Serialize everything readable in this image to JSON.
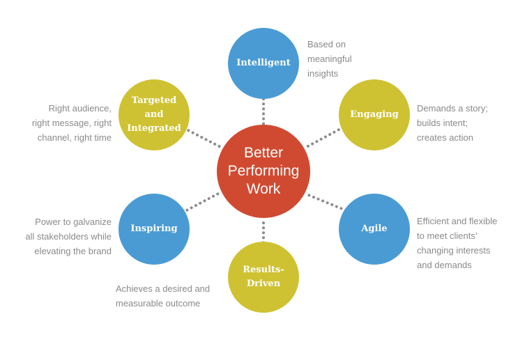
{
  "center": {
    "label": "Better\nPerforming\nWork",
    "color": "#d04a31"
  },
  "nodes": [
    {
      "id": "intelligent",
      "label": "Intelligent",
      "color": "#4a9bd4",
      "description": "Based on\nmeaningful\ninsights"
    },
    {
      "id": "engaging",
      "label": "Engaging",
      "color": "#cfc232",
      "description": "Demands a story;\nbuilds intent;\ncreates action"
    },
    {
      "id": "agile",
      "label": "Agile",
      "color": "#4a9bd4",
      "description": "Efficient and flexible\nto meet clients’\nchanging interests\nand demands"
    },
    {
      "id": "results-driven",
      "label": "Results-\nDriven",
      "color": "#cfc232",
      "description": "Achieves a desired and\nmeasurable outcome"
    },
    {
      "id": "inspiring",
      "label": "Inspiring",
      "color": "#4a9bd4",
      "description": "Power to galvanize\nall stakeholders while\nelevating the brand"
    },
    {
      "id": "targeted-integrated",
      "label": "Targeted\nand\nIntegrated",
      "color": "#cfc232",
      "description": "Right audience,\nright message, right\nchannel, right time"
    }
  ],
  "connector_color": "#8c8c8c"
}
